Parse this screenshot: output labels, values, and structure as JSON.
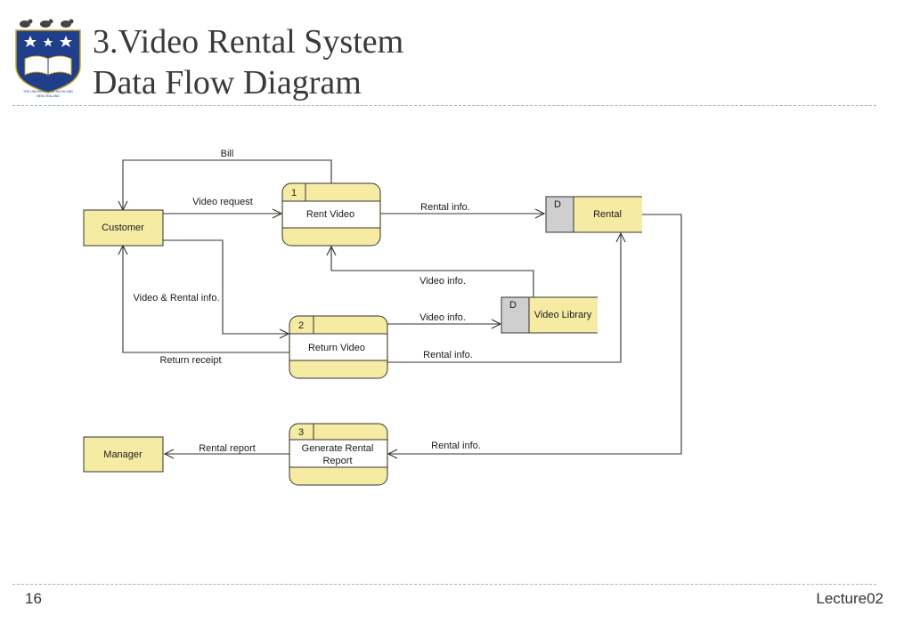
{
  "slide": {
    "title_line1": "3.Video Rental System",
    "title_line2": "Data Flow Diagram",
    "page_number": "16",
    "lecture": "Lecture02",
    "logo_text_1": "THE UNIVERSITY OF AUCKLAND",
    "logo_text_2": "NEW ZEALAND"
  },
  "colors": {
    "entity_fill": "#f6eba3",
    "store_id_fill": "#cfcfcf",
    "line": "#333333",
    "crest_blue": "#1f3f8a"
  },
  "diagram": {
    "entities": {
      "customer": "Customer",
      "manager": "Manager"
    },
    "processes": {
      "p1": {
        "id": "1",
        "name": "Rent Video"
      },
      "p2": {
        "id": "2",
        "name": "Return Video"
      },
      "p3": {
        "id": "3",
        "name_line1": "Generate Rental",
        "name_line2": "Report"
      }
    },
    "stores": {
      "rental": {
        "id": "D",
        "name": "Rental"
      },
      "video_library": {
        "id": "D",
        "name": "Video Library"
      }
    },
    "flows": {
      "bill": "Bill",
      "video_request": "Video request",
      "rental_info_1": "Rental info.",
      "video_info_1": "Video info.",
      "video_rental_info": "Video & Rental info.",
      "video_info_2": "Video info.",
      "return_receipt": "Return receipt",
      "rental_info_2": "Rental info.",
      "rental_info_3": "Rental info.",
      "rental_report": "Rental report"
    }
  }
}
